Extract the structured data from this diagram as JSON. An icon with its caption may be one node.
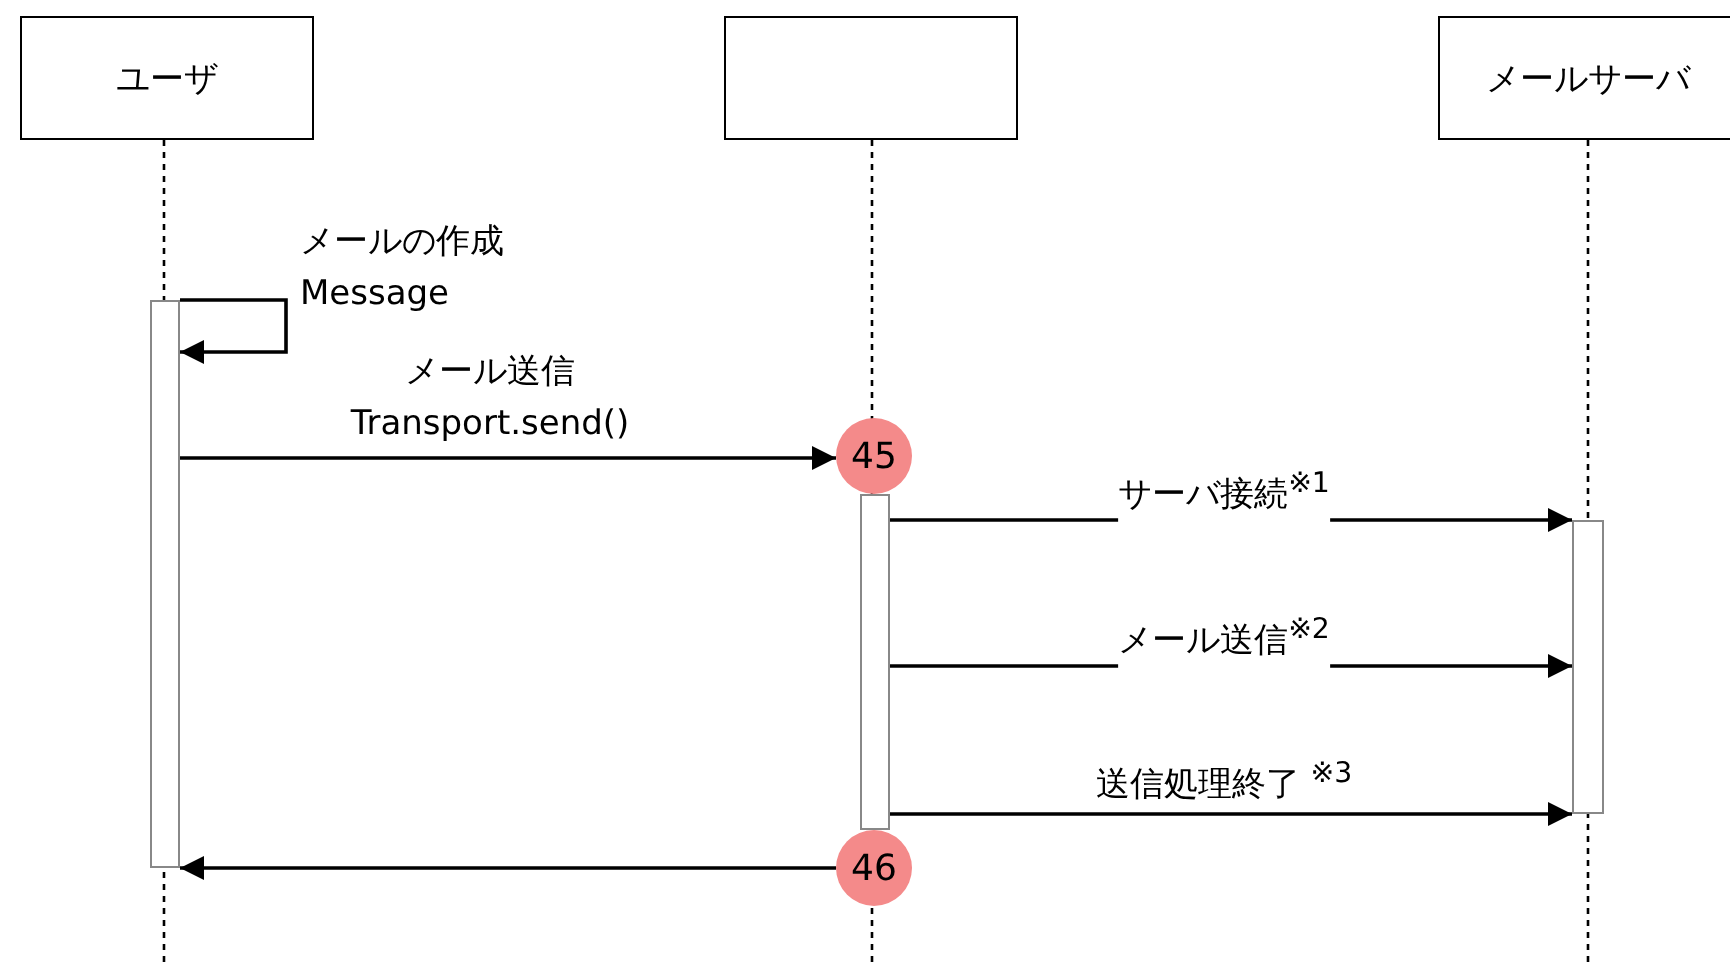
{
  "diagram": {
    "nodes": [
      {
        "text": [
          "ユーザ"
        ]
      },
      {
        "text": [],
        "shape": "box"
      },
      {
        "text": [
          "メールサーバ"
        ]
      },
      {
        "text": [],
        "shape": "bar"
      },
      {
        "text": [],
        "shape": "bar"
      },
      {
        "text": [],
        "shape": "bar"
      },
      {
        "text": [
          "45"
        ]
      },
      {
        "text": [
          "46"
        ]
      }
    ],
    "edges": [
      {
        "from": 3,
        "to": 3,
        "arrow": "to",
        "label": "メールの作成 Message"
      },
      {
        "from": 3,
        "to": 6,
        "arrow": "to",
        "label": "メール送信 Transport.send()"
      },
      {
        "from": 4,
        "to": 5,
        "arrow": "to",
        "label": "サーバ接続$^{※1}$"
      },
      {
        "from": 4,
        "to": 5,
        "arrow": "to",
        "label": "メール送信$^{※2}$"
      },
      {
        "from": 4,
        "to": 5,
        "arrow": "to",
        "label": "送信処理終了 $^{※3}$"
      },
      {
        "from": 7,
        "to": 3,
        "arrow": "to"
      }
    ]
  }
}
